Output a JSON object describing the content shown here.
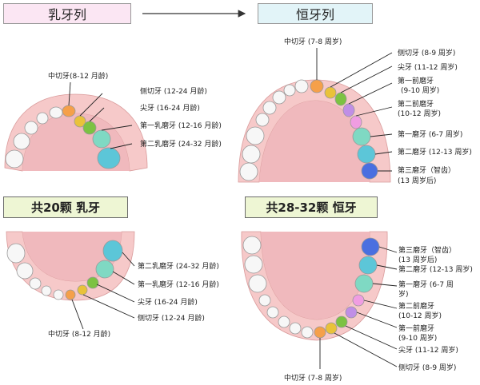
{
  "headers": {
    "primary": "乳牙列",
    "permanent": "恒牙列"
  },
  "totals": {
    "primary": "共20颗 乳牙",
    "permanent": "共28-32颗 恒牙"
  },
  "upper_primary": {
    "central": "中切牙(8-12 月龄)",
    "lateral": "侧切牙 (12-24 月龄)",
    "canine": "尖牙 (16-24 月龄)",
    "first_molar": "第一乳磨牙 (12-16 月龄)",
    "second_molar": "第二乳磨牙 (24-32 月龄)"
  },
  "lower_primary": {
    "second_molar": "第二乳磨牙 (24-32 月龄)",
    "first_molar": "第一乳磨牙 (12-16 月龄)",
    "canine": "尖牙 (16-24 月龄)",
    "lateral": "侧切牙 (12-24 月龄)",
    "central": "中切牙 (8-12 月龄)"
  },
  "upper_permanent": {
    "central": "中切牙 (7-8 周岁)",
    "lateral": "侧切牙 (8-9 周岁)",
    "canine": "尖牙 (11-12 周岁)",
    "first_premolar": [
      "第一前磨牙",
      "(9-10 周岁)"
    ],
    "second_premolar": [
      "第二前磨牙",
      "(10-12 周岁)"
    ],
    "first_molar": "第一磨牙 (6-7 周岁)",
    "second_molar": "第二磨牙 (12-13 周岁)",
    "third_molar": [
      "第三磨牙（智齿）",
      "(13 周岁后)"
    ]
  },
  "lower_permanent": {
    "third_molar": [
      "第三磨牙（智齿）",
      "(13 周岁后)"
    ],
    "second_molar": "第二磨牙 (12-13 周岁)",
    "first_molar": [
      "第一磨牙 (6-7 周",
      "岁)"
    ],
    "second_premolar": [
      "第二前磨牙",
      "(10-12 周岁)"
    ],
    "first_premolar": [
      "第一前磨牙",
      "(9-10 周岁)"
    ],
    "canine": "尖牙 (11-12 周岁)",
    "lateral": "侧切牙 (8-9 周岁)",
    "central": "中切牙 (7-8 周岁)"
  },
  "colors": {
    "central": "#f5a04a",
    "lateral": "#e9c23a",
    "canine": "#7cc242",
    "premolar1": "#c08ee6",
    "premolar2": "#f09de2",
    "molar1": "#7fd9c3",
    "molar2": "#5cc6d8",
    "molar3": "#4a6fe0",
    "white_tooth": "#f7f7f7",
    "gum": "#f6c9c9",
    "palate": "#f0b9bd"
  }
}
